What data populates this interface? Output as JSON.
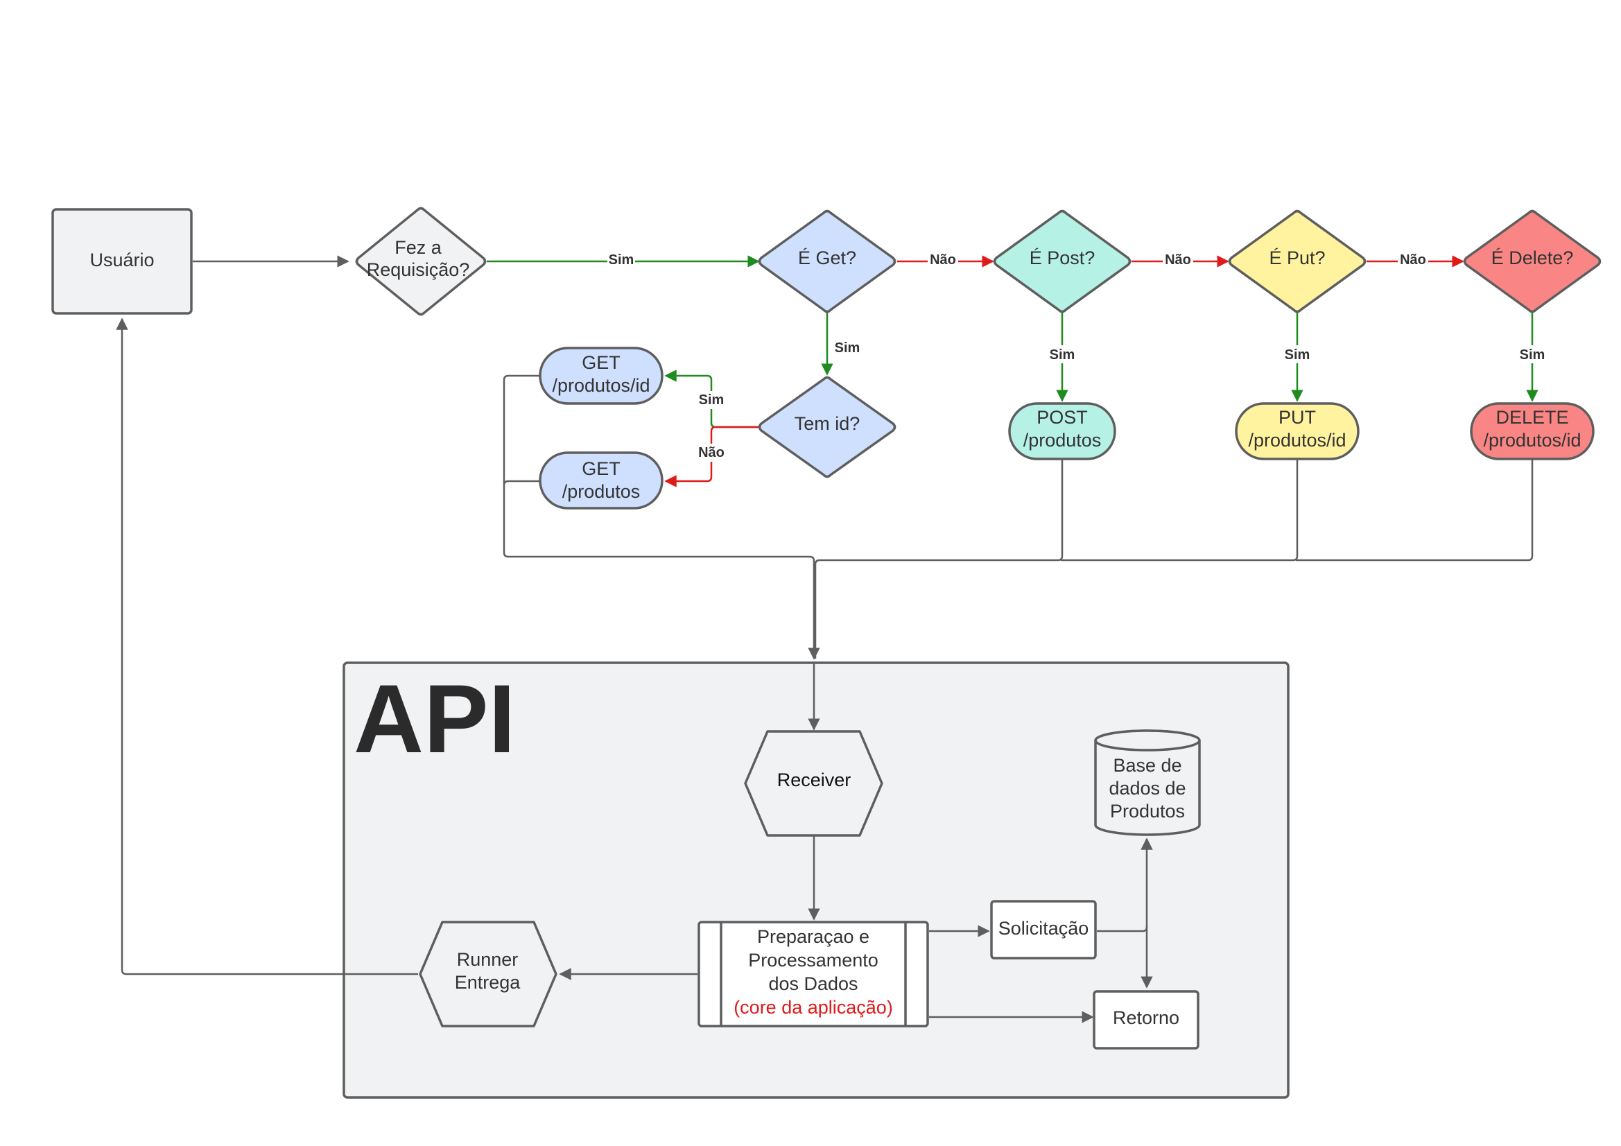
{
  "colors": {
    "gray_fill": "#f1f2f4",
    "blue_fill": "#cfe0ff",
    "teal_fill": "#b6f1e6",
    "yellow_fill": "#fff3a0",
    "red_fill": "#f98585",
    "api_fill": "#f1f2f4",
    "yes_green": "#1e8c1e",
    "no_red": "#e01a1a",
    "core_red": "#e01a1a"
  },
  "nodes": {
    "usuario": "Usuário",
    "fez_requisicao": [
      "Fez a",
      "Requisição?"
    ],
    "e_get": "É Get?",
    "e_post": "É Post?",
    "e_put": "É Put?",
    "e_delete": "É Delete?",
    "tem_id": "Tem id?",
    "get_id": [
      "GET",
      "/produtos/id"
    ],
    "get_all": [
      "GET",
      "/produtos"
    ],
    "post": [
      "POST",
      "/produtos"
    ],
    "put": [
      "PUT",
      "/produtos/id"
    ],
    "delete": [
      "DELETE",
      "/produtos/id"
    ],
    "receiver": "Receiver",
    "database": [
      "Base de",
      "dados de",
      "Produtos"
    ],
    "processing": [
      "Preparaçao e",
      "Processamento",
      "dos Dados"
    ],
    "processing_core": "(core da aplicação)",
    "solicitacao": "Solicitação",
    "retorno": "Retorno",
    "runner": [
      "Runner",
      "Entrega"
    ]
  },
  "api_title": "API",
  "edge_labels": {
    "sim": "Sim",
    "nao": "Não"
  }
}
